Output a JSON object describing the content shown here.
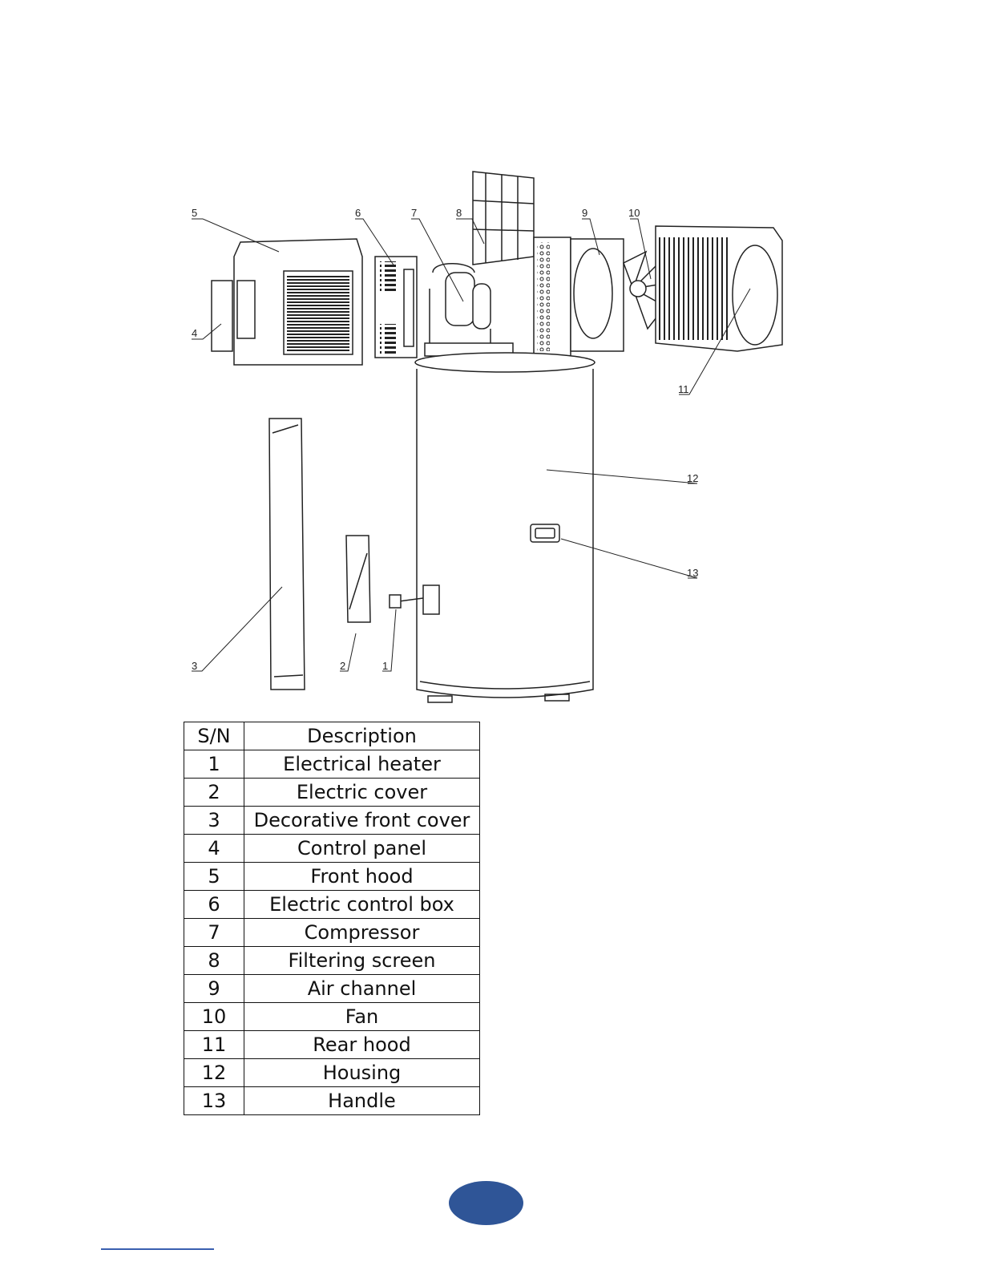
{
  "callouts": [
    "1",
    "2",
    "3",
    "4",
    "5",
    "6",
    "7",
    "8",
    "9",
    "10",
    "11",
    "12",
    "13"
  ],
  "table": {
    "header": {
      "sn": "S/N",
      "description": "Description"
    },
    "rows": [
      {
        "sn": "1",
        "description": "Electrical heater"
      },
      {
        "sn": "2",
        "description": "Electric cover"
      },
      {
        "sn": "3",
        "description": "Decorative front cover"
      },
      {
        "sn": "4",
        "description": "Control panel"
      },
      {
        "sn": "5",
        "description": "Front hood"
      },
      {
        "sn": "6",
        "description": "Electric control box"
      },
      {
        "sn": "7",
        "description": "Compressor"
      },
      {
        "sn": "8",
        "description": "Filtering screen"
      },
      {
        "sn": "9",
        "description": "Air channel"
      },
      {
        "sn": "10",
        "description": "Fan"
      },
      {
        "sn": "11",
        "description": "Rear hood"
      },
      {
        "sn": "12",
        "description": "Housing"
      },
      {
        "sn": "13",
        "description": "Handle"
      }
    ]
  },
  "colors": {
    "badge": "#2f5597",
    "footer_rule": "#3a5fb0"
  }
}
